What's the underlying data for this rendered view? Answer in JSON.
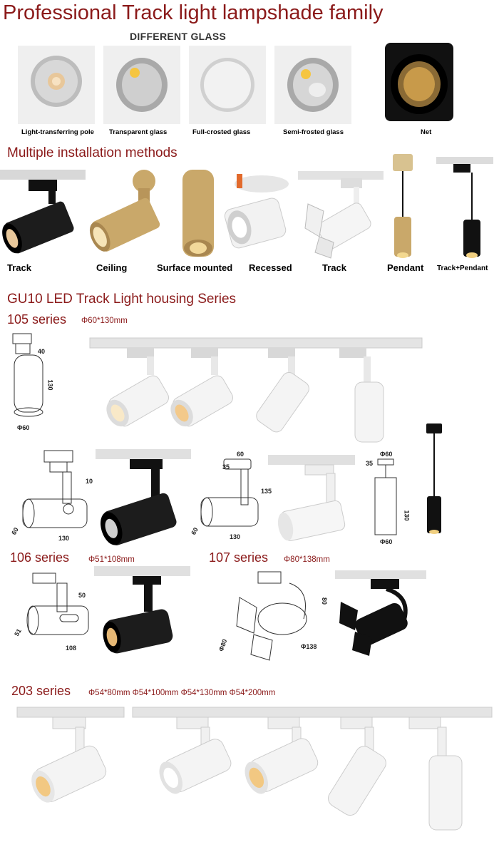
{
  "header": {
    "title": "Professional Track light  lampshade family"
  },
  "glass": {
    "heading": "DIFFERENT GLASS",
    "items": [
      {
        "label": "Light-transferring pole"
      },
      {
        "label": "Transparent glass"
      },
      {
        "label": "Full-crosted glass"
      },
      {
        "label": "Semi-frosted glass"
      },
      {
        "label": "Net"
      }
    ]
  },
  "installation": {
    "title": "Multiple installation methods",
    "methods": [
      {
        "label": "Track"
      },
      {
        "label": "Ceiling"
      },
      {
        "label": "Surface mounted"
      },
      {
        "label": "Recessed"
      },
      {
        "label": "Track"
      },
      {
        "label": "Pendant"
      },
      {
        "label": "Track+Pendant"
      }
    ]
  },
  "housing": {
    "title": "GU10 LED Track Light housing Series",
    "s105": {
      "name": "105 series",
      "dims": "Φ60*130mm",
      "drawing": {
        "top": "40",
        "height": "130",
        "dia": "Φ60"
      },
      "drawing2": {
        "h": "10",
        "dia": "60",
        "len": "130"
      },
      "drawing3": {
        "top": "60",
        "w": "35",
        "h": "135",
        "dia": "60",
        "len": "130"
      },
      "drawing4": {
        "top": "Φ60",
        "w": "35",
        "h": "130",
        "dia": "Φ60"
      }
    },
    "s106": {
      "name": "106 series",
      "dims": "Φ51*108mm",
      "drawing": {
        "h": "50",
        "dia": "51",
        "len": "108"
      }
    },
    "s107": {
      "name": "107 series",
      "dims": "Φ80*138mm",
      "drawing": {
        "h": "80",
        "dia": "Φ80",
        "len": "Φ138"
      }
    },
    "s203": {
      "name": "203 series",
      "dims": "Φ54*80mm  Φ54*100mm Φ54*130mm Φ54*200mm"
    }
  },
  "colors": {
    "accent": "#8b1a1a",
    "white_body": "#f4f4f4",
    "black_body": "#1c1c1c",
    "gold_body": "#c9a86a"
  }
}
